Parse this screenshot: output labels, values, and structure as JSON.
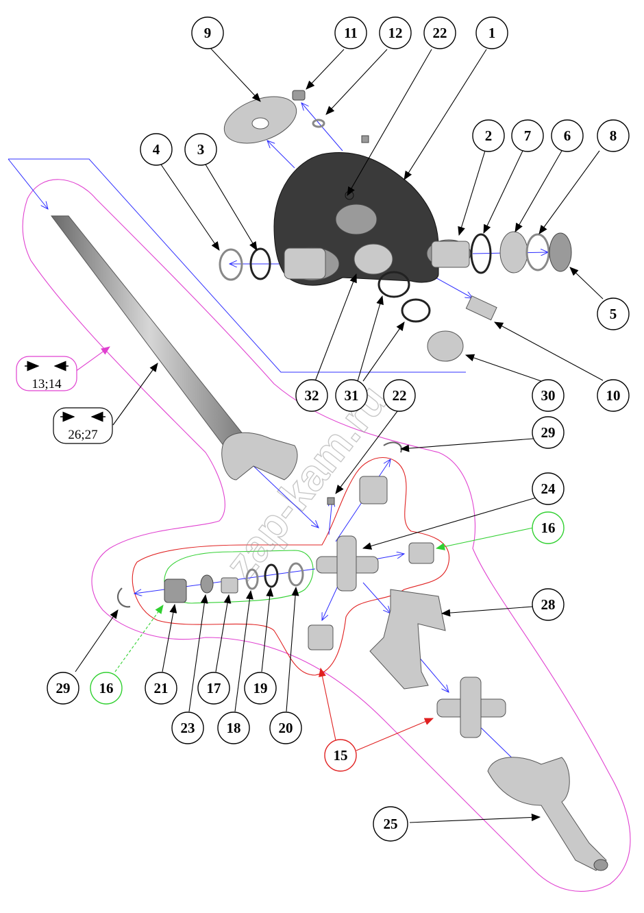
{
  "watermark": "zap-kam.ru",
  "callouts": [
    {
      "id": "c9",
      "label": "9"
    },
    {
      "id": "c11",
      "label": "11"
    },
    {
      "id": "c12",
      "label": "12"
    },
    {
      "id": "c22a",
      "label": "22"
    },
    {
      "id": "c1",
      "label": "1"
    },
    {
      "id": "c4",
      "label": "4"
    },
    {
      "id": "c3",
      "label": "3"
    },
    {
      "id": "c2",
      "label": "2"
    },
    {
      "id": "c7",
      "label": "7"
    },
    {
      "id": "c6",
      "label": "6"
    },
    {
      "id": "c8",
      "label": "8"
    },
    {
      "id": "c5",
      "label": "5"
    },
    {
      "id": "c10",
      "label": "10"
    },
    {
      "id": "c30",
      "label": "30"
    },
    {
      "id": "c32",
      "label": "32"
    },
    {
      "id": "c31",
      "label": "31"
    },
    {
      "id": "c22b",
      "label": "22"
    },
    {
      "id": "c29a",
      "label": "29"
    },
    {
      "id": "c24",
      "label": "24"
    },
    {
      "id": "c16a",
      "label": "16"
    },
    {
      "id": "c28",
      "label": "28"
    },
    {
      "id": "c29b",
      "label": "29"
    },
    {
      "id": "c16b",
      "label": "16"
    },
    {
      "id": "c21",
      "label": "21"
    },
    {
      "id": "c17",
      "label": "17"
    },
    {
      "id": "c19",
      "label": "19"
    },
    {
      "id": "c23",
      "label": "23"
    },
    {
      "id": "c18",
      "label": "18"
    },
    {
      "id": "c20",
      "label": "20"
    },
    {
      "id": "c15",
      "label": "15"
    },
    {
      "id": "c25",
      "label": "25"
    }
  ],
  "box_labels": [
    {
      "id": "b1",
      "label": "13;14"
    },
    {
      "id": "b2",
      "label": "26;27"
    }
  ]
}
